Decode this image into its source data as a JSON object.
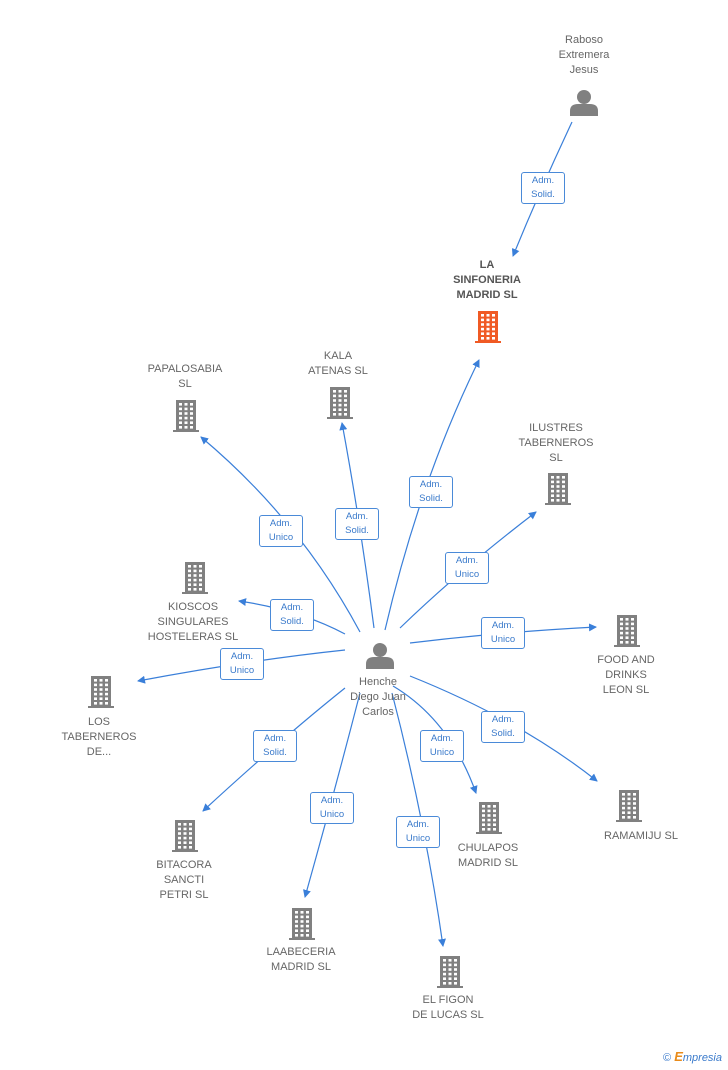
{
  "colors": {
    "edge": "#3a7fd9",
    "company": "#808080",
    "person": "#808080",
    "highlight": "#f05a24"
  },
  "nodes": [
    {
      "id": "raboso",
      "type": "person",
      "label": "Raboso\nExtremera\nJesus"
    },
    {
      "id": "sinfoneria",
      "type": "company",
      "highlight": true,
      "label": "LA\nSINFONERIA\nMADRID  SL"
    },
    {
      "id": "henche",
      "type": "person",
      "label": "Henche\nDiego Juan\nCarlos"
    },
    {
      "id": "papalosabia",
      "type": "company",
      "label": "PAPALOSABIA\nSL"
    },
    {
      "id": "kala",
      "type": "company",
      "label": "KALA\nATENAS  SL"
    },
    {
      "id": "ilustres",
      "type": "company",
      "label": "ILUSTRES\nTABERNEROS\nSL"
    },
    {
      "id": "kioscos",
      "type": "company",
      "label": "KIOSCOS\nSINGULARES\nHOSTELERAS SL"
    },
    {
      "id": "food",
      "type": "company",
      "label": "FOOD AND\nDRINKS\nLEON  SL"
    },
    {
      "id": "los",
      "type": "company",
      "label": "LOS\nTABERNEROS\nDE..."
    },
    {
      "id": "ramamiju",
      "type": "company",
      "label": "RAMAMIJU  SL"
    },
    {
      "id": "chulapos",
      "type": "company",
      "label": "CHULAPOS\nMADRID  SL"
    },
    {
      "id": "bitacora",
      "type": "company",
      "label": "BITACORA\nSANCTI\nPETRI  SL"
    },
    {
      "id": "laabeceria",
      "type": "company",
      "label": "LAABECERIA\nMADRID  SL"
    },
    {
      "id": "figon",
      "type": "company",
      "label": "EL FIGON\nDE LUCAS  SL"
    }
  ],
  "edges": [
    {
      "from": "raboso",
      "to": "sinfoneria",
      "label": "Adm.\nSolid."
    },
    {
      "from": "henche",
      "to": "sinfoneria",
      "label": "Adm.\nSolid."
    },
    {
      "from": "henche",
      "to": "papalosabia",
      "label": "Adm.\nUnico"
    },
    {
      "from": "henche",
      "to": "kala",
      "label": "Adm.\nSolid."
    },
    {
      "from": "henche",
      "to": "ilustres",
      "label": "Adm.\nUnico"
    },
    {
      "from": "henche",
      "to": "kioscos",
      "label": "Adm.\nSolid."
    },
    {
      "from": "henche",
      "to": "food",
      "label": "Adm.\nUnico"
    },
    {
      "from": "henche",
      "to": "los",
      "label": "Adm.\nUnico"
    },
    {
      "from": "henche",
      "to": "ramamiju",
      "label": "Adm.\nSolid."
    },
    {
      "from": "henche",
      "to": "chulapos",
      "label": "Adm.\nUnico"
    },
    {
      "from": "henche",
      "to": "bitacora",
      "label": "Adm.\nSolid."
    },
    {
      "from": "henche",
      "to": "laabeceria",
      "label": "Adm.\nUnico"
    },
    {
      "from": "henche",
      "to": "figon",
      "label": "Adm.\nUnico"
    }
  ],
  "footer": {
    "copyright": "©",
    "brand_initial": "E",
    "brand_rest": "mpresia"
  }
}
